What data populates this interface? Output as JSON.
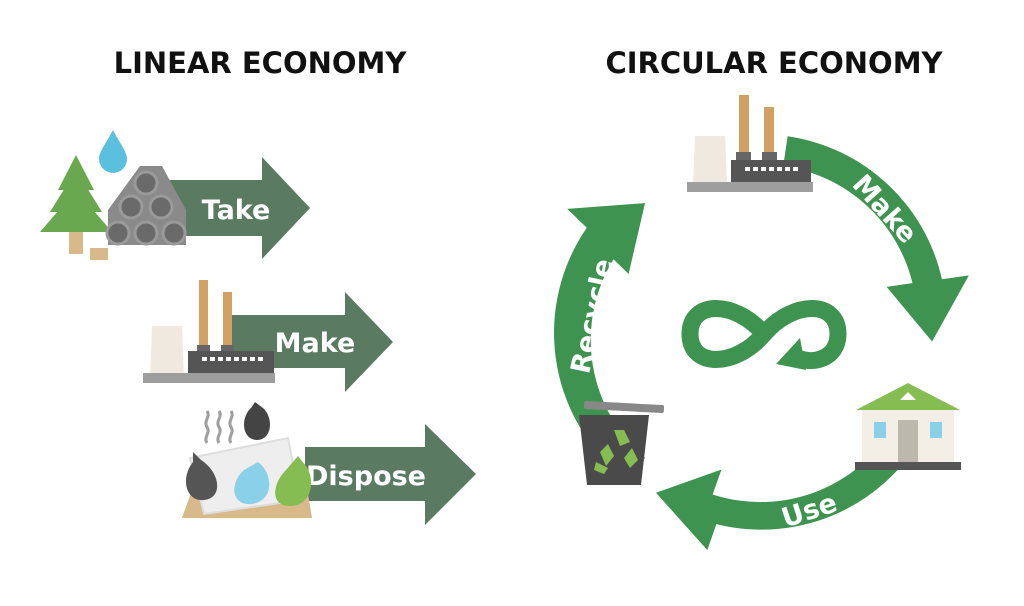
{
  "linear": {
    "title": "LINEAR ECONOMY",
    "steps": [
      {
        "label": "Take"
      },
      {
        "label": "Make"
      },
      {
        "label": "Dispose"
      }
    ]
  },
  "circular": {
    "title": "CIRCULAR ECONOMY",
    "steps": [
      {
        "label": "Make"
      },
      {
        "label": "Use"
      },
      {
        "label": "Recycle"
      }
    ]
  },
  "colors": {
    "linear_arrow": "#5a7a62",
    "circular_arrow": "#3f9350",
    "tree": "#6aa84f",
    "trunk": "#d8b98a",
    "water": "#5bc0de",
    "pipes": "#777777",
    "factory": "#d3a064",
    "building": "#555555",
    "house_roof": "#86bd52",
    "bin": "#4a4a4a",
    "soil": "#d8b98a"
  }
}
